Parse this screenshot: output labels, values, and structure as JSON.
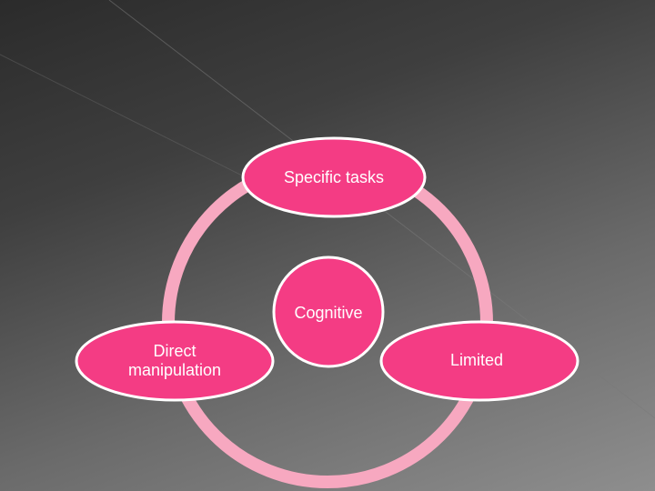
{
  "colors": {
    "ring": "#f7a8c0",
    "node_fill": "#f43c84",
    "node_stroke": "#ffffff",
    "text": "#ffffff"
  },
  "diagram": {
    "nodes": [
      {
        "id": "top",
        "label": "Specific tasks"
      },
      {
        "id": "center",
        "label": "Cognitive"
      },
      {
        "id": "left",
        "label": "Direct\nmanipulation"
      },
      {
        "id": "right",
        "label": "Limited"
      }
    ]
  }
}
